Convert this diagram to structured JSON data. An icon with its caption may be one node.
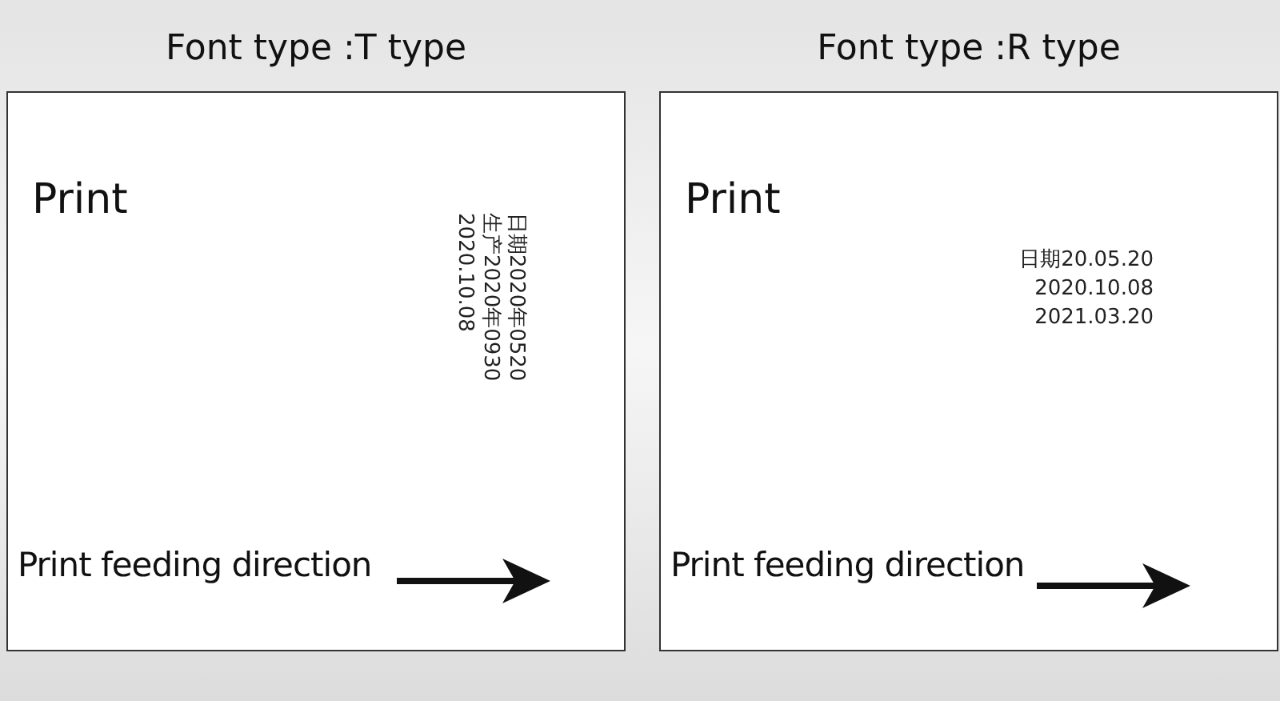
{
  "diagram": {
    "nodes": [
      {
        "text": [
          "Font type :T type",
          "Print",
          "日期2020年0520 生产2020年0930 2020.10.08",
          "Print feeding direction"
        ]
      },
      {
        "text": [
          "Font type :R type",
          "Print",
          "日期20.05.20 2020.10.08 2021.03.20",
          "Print feeding direction"
        ]
      }
    ]
  }
}
